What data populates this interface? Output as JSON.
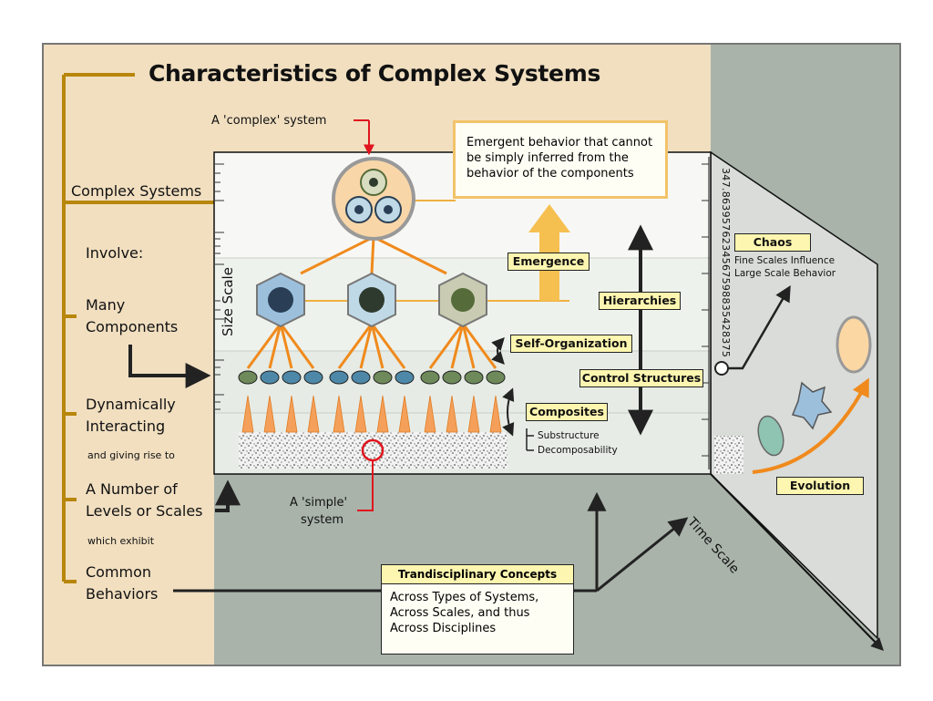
{
  "title": "Characteristics of Complex Systems",
  "left_column": {
    "complex_systems": "Complex Systems",
    "involve": "Involve:",
    "many": "Many",
    "components": "Components",
    "dynamically": "Dynamically",
    "interacting": "Interacting",
    "giving_rise": "and giving rise to",
    "a_number_of": "A Number of",
    "levels_or_scales": "Levels or Scales",
    "which_exhibit": "which exhibit",
    "common": "Common",
    "behaviors": "Behaviors"
  },
  "callouts": {
    "complex_system": "A 'complex' system",
    "simple_line1": "A 'simple'",
    "simple_line2": "system",
    "emergent_line1": "Emergent behavior that cannot",
    "emergent_line2": "be simply inferred from the",
    "emergent_line3": "behavior of the components",
    "size_scale": "Size Scale",
    "time_scale": "Time Scale",
    "ruler_number": "347.8639576234567598835428375",
    "substructure": "Substructure",
    "decomposability": "Decomposability",
    "chaos_desc_line1": "Fine Scales Influence",
    "chaos_desc_line2": "Large Scale Behavior"
  },
  "boxes": {
    "emergence": "Emergence",
    "hierarchies": "Hierarchies",
    "self_organization": "Self-Organization",
    "control_structures": "Control Structures",
    "composites": "Composites",
    "chaos": "Chaos",
    "evolution": "Evolution",
    "transdisciplinary": "Trandisciplinary Concepts",
    "across_line1": "Across Types of Systems,",
    "across_line2": "Across Scales, and thus",
    "across_line3": "Across Disciplines"
  },
  "colors": {
    "left_panel": "#f1dfc0",
    "right_panel": "#a9b3aa",
    "branch": "#b8860b",
    "orange": "#f08a1c",
    "red": "#e0141e",
    "box_fill": "#fdf6b0",
    "diagram_bg": "#e4ebe4"
  }
}
